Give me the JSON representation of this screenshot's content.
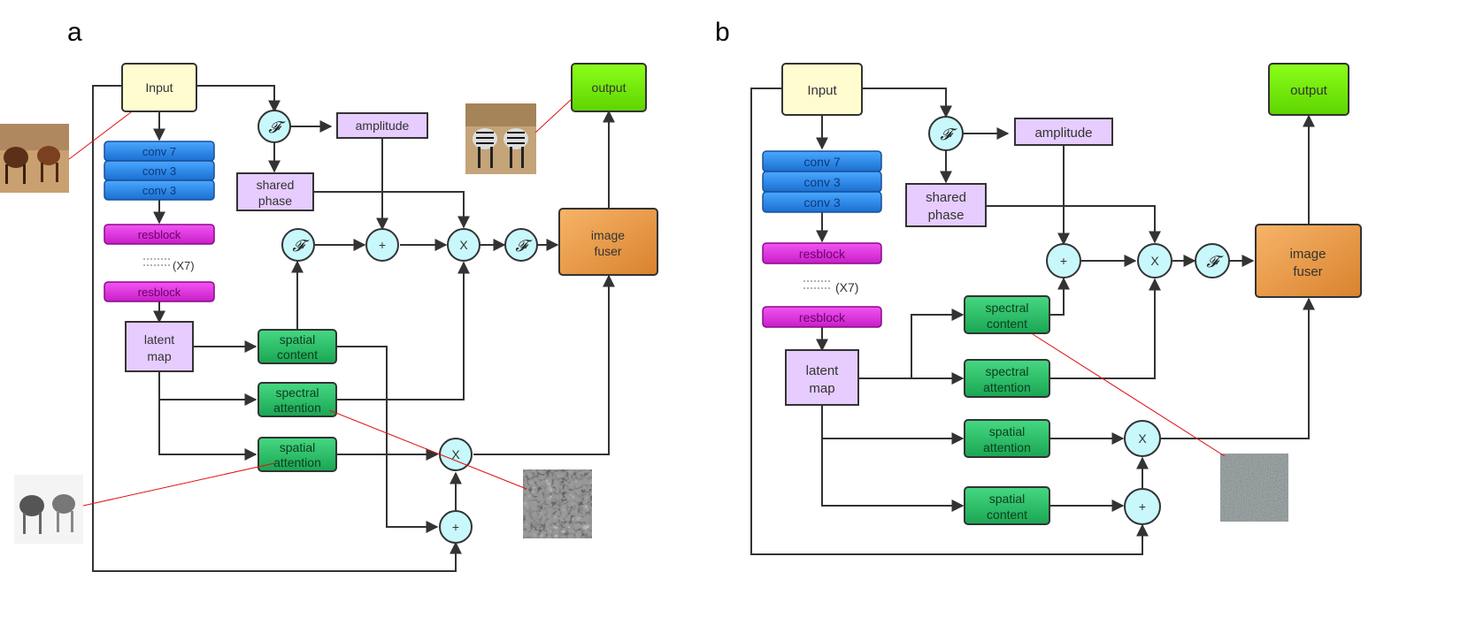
{
  "panels": [
    {
      "id": "a",
      "letter": "a",
      "labels": {
        "input": "Input",
        "output": "output",
        "conv1": "conv 7",
        "conv2": "conv 3",
        "conv3": "conv 3",
        "resblock1": "resblock",
        "repeat": "(X7)",
        "resblock2": "resblock",
        "latent_l1": "latent",
        "latent_l2": "map",
        "fourier": "𝓕",
        "amplitude": "amplitude",
        "phase_l1": "shared",
        "phase_l2": "phase",
        "plus": "+",
        "times": "X",
        "spatial_content_l1": "spatial",
        "spatial_content_l2": "content",
        "spectral_attention_l1": "spectral",
        "spectral_attention_l2": "attention",
        "spatial_attention_l1": "spatial",
        "spatial_attention_l2": "attention",
        "fuser_l1": "image",
        "fuser_l2": "fuser"
      }
    },
    {
      "id": "b",
      "letter": "b",
      "labels": {
        "input": "Input",
        "output": "output",
        "conv1": "conv 7",
        "conv2": "conv 3",
        "conv3": "conv 3",
        "resblock1": "resblock",
        "repeat": "(X7)",
        "resblock2": "resblock",
        "latent_l1": "latent",
        "latent_l2": "map",
        "fourier": "𝓕",
        "amplitude": "amplitude",
        "phase_l1": "shared",
        "phase_l2": "phase",
        "plus": "+",
        "times": "X",
        "spectral_content_l1": "spectral",
        "spectral_content_l2": "content",
        "spectral_attention_l1": "spectral",
        "spectral_attention_l2": "attention",
        "spatial_attention_l1": "spatial",
        "spatial_attention_l2": "attention",
        "spatial_content_l1": "spatial",
        "spatial_content_l2": "content",
        "fuser_l1": "image",
        "fuser_l2": "fuser"
      }
    }
  ],
  "colors": {
    "input_fill": "#fffdd0",
    "output_fill": "#7cfc00",
    "conv_fill": "#2a8ff0",
    "conv_text": "#0a3a80",
    "resblock_fill": "#e633e6",
    "resblock_text": "#6a006a",
    "lavender_fill": "#e6ccff",
    "green_fill": "#2ec46a",
    "green_text": "#0b3d1e",
    "op_fill": "#c8f8fc",
    "fuser_fill": "#f0a050",
    "red_line": "#e01010"
  }
}
